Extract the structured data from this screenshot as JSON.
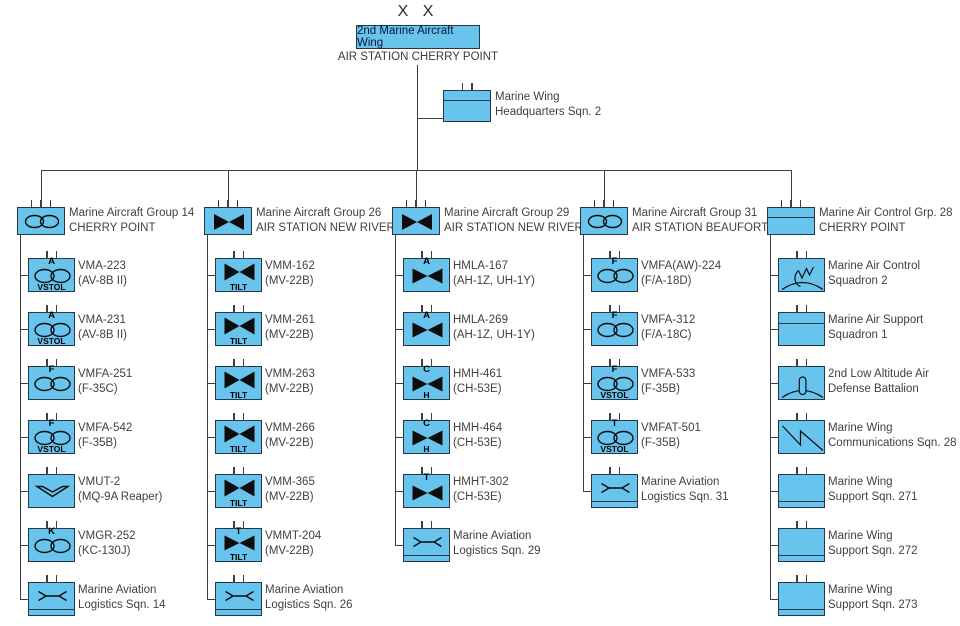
{
  "header": {
    "echelon": "X X",
    "title": "2nd Marine Aircraft Wing",
    "subtitle": "AIR STATION CHERRY POINT",
    "hq_unit": {
      "line1": "Marine Wing",
      "line2": "Headquarters Sqn. 2"
    }
  },
  "colors": {
    "box_fill": "#68C4EC",
    "box_border": "#22384A",
    "connector_line": "#3F3F3F",
    "label_text": "#414141"
  },
  "columns": [
    {
      "group": {
        "line1": "Marine Aircraft Group 14",
        "line2": "CHERRY POINT"
      },
      "children": [
        {
          "line1": "VMA-223",
          "line2": "(AV-8B II)",
          "glyph_top": "A",
          "glyph_bottom": "VSTOL"
        },
        {
          "line1": "VMA-231",
          "line2": "(AV-8B II)",
          "glyph_top": "A",
          "glyph_bottom": "VSTOL"
        },
        {
          "line1": "VMFA-251",
          "line2": "(F-35C)",
          "glyph_top": "F"
        },
        {
          "line1": "VMFA-542",
          "line2": "(F-35B)",
          "glyph_top": "F",
          "glyph_bottom": "VSTOL"
        },
        {
          "line1": "VMUT-2",
          "line2": "(MQ-9A Reaper)"
        },
        {
          "line1": "VMGR-252",
          "line2": "(KC-130J)",
          "glyph_top": "K"
        },
        {
          "line1": "Marine Aviation",
          "line2": "Logistics Sqn. 14"
        }
      ]
    },
    {
      "group": {
        "line1": "Marine Aircraft Group 26",
        "line2": "AIR STATION NEW RIVER"
      },
      "children": [
        {
          "line1": "VMM-162",
          "line2": "(MV-22B)",
          "glyph_bottom": "TILT"
        },
        {
          "line1": "VMM-261",
          "line2": "(MV-22B)",
          "glyph_bottom": "TILT"
        },
        {
          "line1": "VMM-263",
          "line2": "(MV-22B)",
          "glyph_bottom": "TILT"
        },
        {
          "line1": "VMM-266",
          "line2": "(MV-22B)",
          "glyph_bottom": "TILT"
        },
        {
          "line1": "VMM-365",
          "line2": "(MV-22B)",
          "glyph_bottom": "TILT"
        },
        {
          "line1": "VMMT-204",
          "line2": "(MV-22B)",
          "glyph_top": "T",
          "glyph_bottom": "TILT"
        },
        {
          "line1": "Marine Aviation",
          "line2": "Logistics Sqn. 26"
        }
      ]
    },
    {
      "group": {
        "line1": "Marine Aircraft Group 29",
        "line2": "AIR STATION NEW RIVER"
      },
      "children": [
        {
          "line1": "HMLA-167",
          "line2": "(AH-1Z, UH-1Y)",
          "glyph_top": "A"
        },
        {
          "line1": "HMLA-269",
          "line2": "(AH-1Z, UH-1Y)",
          "glyph_top": "A"
        },
        {
          "line1": "HMH-461",
          "line2": "(CH-53E)",
          "glyph_top": "C",
          "glyph_bottom": "H"
        },
        {
          "line1": "HMH-464",
          "line2": "(CH-53E)",
          "glyph_top": "C",
          "glyph_bottom": "H"
        },
        {
          "line1": "HMHT-302",
          "line2": "(CH-53E)",
          "glyph_top": "T"
        },
        {
          "line1": "Marine Aviation",
          "line2": "Logistics Sqn. 29"
        }
      ]
    },
    {
      "group": {
        "line1": "Marine Aircraft Group 31",
        "line2": "AIR STATION BEAUFORT"
      },
      "children": [
        {
          "line1": "VMFA(AW)-224",
          "line2": "(F/A-18D)",
          "glyph_top": "F"
        },
        {
          "line1": "VMFA-312",
          "line2": "(F/A-18C)",
          "glyph_top": "F"
        },
        {
          "line1": "VMFA-533",
          "line2": "(F-35B)",
          "glyph_top": "F",
          "glyph_bottom": "VSTOL"
        },
        {
          "line1": "VMFAT-501",
          "line2": "(F-35B)",
          "glyph_top": "T",
          "glyph_bottom": "VSTOL"
        },
        {
          "line1": "Marine Aviation",
          "line2": "Logistics Sqn. 31"
        }
      ]
    },
    {
      "group": {
        "line1": "Marine Air Control Grp. 28",
        "line2": "CHERRY POINT"
      },
      "children": [
        {
          "line1": "Marine Air Control",
          "line2": "Squadron 2"
        },
        {
          "line1": "Marine Air Support",
          "line2": "Squadron 1"
        },
        {
          "line1": "2nd Low Altitude Air",
          "line2": "Defense Battalion"
        },
        {
          "line1": "Marine Wing",
          "line2": "Communications Sqn. 28"
        },
        {
          "line1": "Marine Wing",
          "line2": "Support Sqn. 271"
        },
        {
          "line1": "Marine Wing",
          "line2": "Support Sqn. 272"
        },
        {
          "line1": "Marine Wing",
          "line2": "Support Sqn. 273"
        }
      ]
    }
  ]
}
